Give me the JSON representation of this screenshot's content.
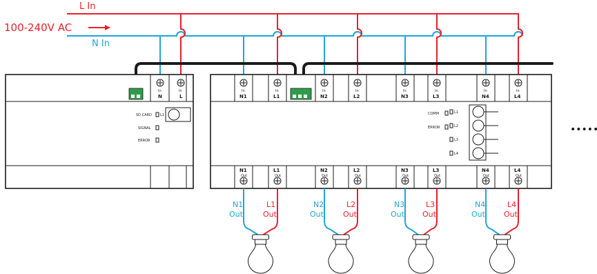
{
  "supply": {
    "voltage_label": "100-240V AC",
    "line_label": "L In",
    "neutral_label": "N In"
  },
  "colors": {
    "line": "#e8202a",
    "neutral": "#1fa5d9",
    "bus": "#1a1a1a",
    "terminal_block": "#2e9d4a"
  },
  "gateway": {
    "in_label": "In",
    "terminals": [
      "N",
      "L"
    ],
    "indicators": [
      "SD CARD",
      "SIGNAL",
      "ERROR"
    ],
    "button_label": "L1"
  },
  "relay_module": {
    "in_label": "In",
    "out_label": "Out",
    "top_terminals": [
      "N1",
      "L1",
      "N2",
      "L2",
      "N3",
      "L3",
      "N4",
      "L4"
    ],
    "bottom_terminals": [
      "N1",
      "L1",
      "N2",
      "L2",
      "N3",
      "L3",
      "N4",
      "L4"
    ],
    "indicators": [
      "COMM",
      "ERROR"
    ],
    "buttons": [
      "L1",
      "L2",
      "L3",
      "L4"
    ]
  },
  "outputs": [
    {
      "neutral": "N1",
      "line": "L1",
      "suffix": "Out"
    },
    {
      "neutral": "N2",
      "line": "L2",
      "suffix": "Out"
    },
    {
      "neutral": "N3",
      "line": "L3",
      "suffix": "Out"
    },
    {
      "neutral": "N4",
      "line": "L4",
      "suffix": "Out"
    }
  ],
  "continuation": "•••••",
  "icons": [
    "arrow-right-icon",
    "light-bulb-icon",
    "terminal-screw-icon",
    "terminal-block-icon"
  ]
}
